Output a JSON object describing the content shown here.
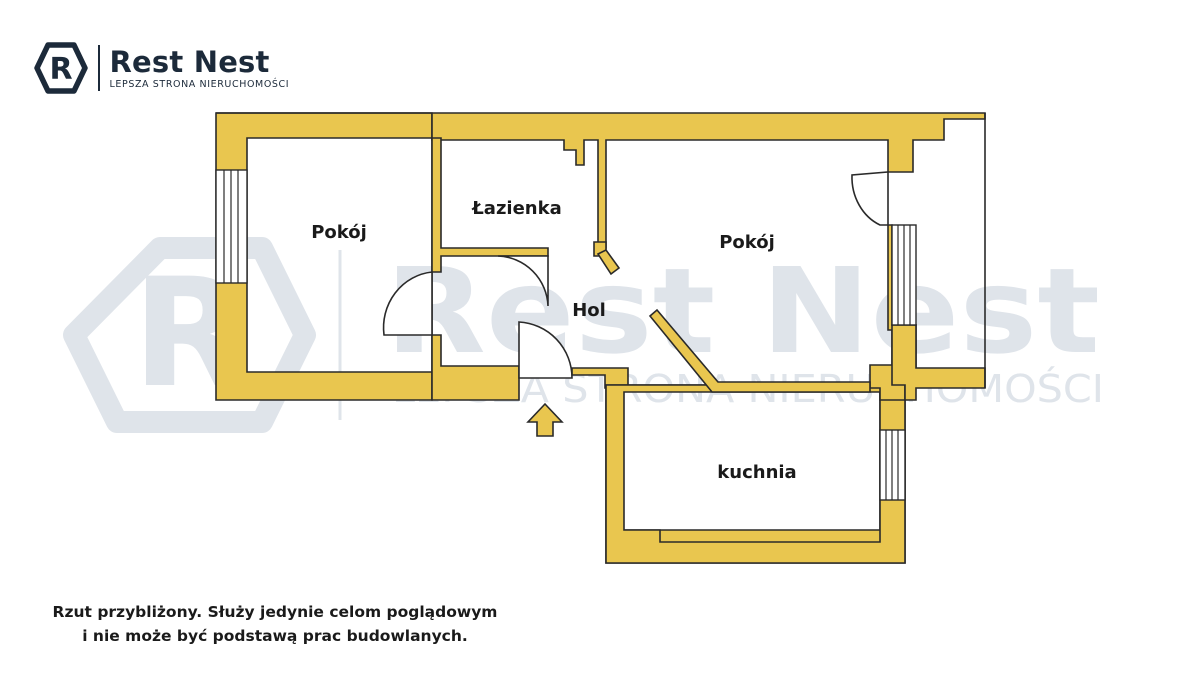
{
  "brand": {
    "name": "Rest Nest",
    "tagline": "LEPSZA STRONA NIERUCHOMOŚCI",
    "logo_letter": "R",
    "primary_color": "#1c2a3a"
  },
  "watermark": {
    "name": "Rest Nest",
    "tagline": "LEPSZA STRONA NIERUCHOMOŚCI",
    "color": "#dfe4ea"
  },
  "floorplan": {
    "wall_color": "#e9c64f",
    "rooms": {
      "left_room": "Pokój",
      "bathroom": "Łazienka",
      "hall": "Hol",
      "right_room": "Pokój",
      "kitchen": "kuchnia"
    },
    "entrance_icon": "arrow-up-icon"
  },
  "disclaimer": {
    "line1": "Rzut przybliżony. Służy jedynie celom poglądowym",
    "line2": "i nie może być podstawą prac budowlanych."
  }
}
